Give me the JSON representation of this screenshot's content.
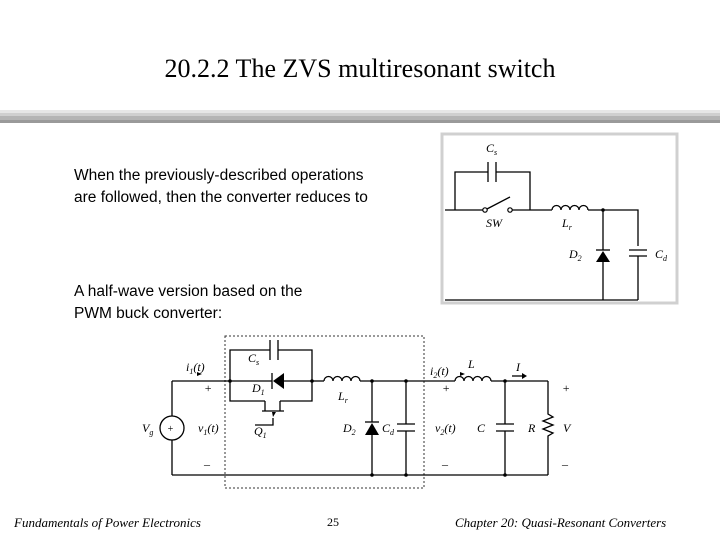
{
  "slide": {
    "title": "20.2.2  The ZVS multiresonant switch",
    "paragraph1": [
      "When the previously-described operations",
      "are followed, then the converter reduces to"
    ],
    "paragraph2": [
      "A half-wave version based on the",
      "PWM buck converter:"
    ],
    "footer_left": "Fundamentals of Power Electronics",
    "footer_page": "25",
    "footer_right": "Chapter 20:  Quasi-Resonant Converters"
  },
  "circuit_top": {
    "cs": "C",
    "cs_sub": "s",
    "sw": "SW",
    "lr": "L",
    "lr_sub": "r",
    "d2": "D",
    "d2_sub": "2",
    "cd": "C",
    "cd_sub": "d"
  },
  "circuit_bottom": {
    "i1": "i",
    "i1_sub": "1",
    "i1_tail": "(t)",
    "vg": "V",
    "vg_sub": "g",
    "v1": "v",
    "v1_sub": "1",
    "v1_tail": "(t)",
    "cs": "C",
    "cs_sub": "s",
    "d1": "D",
    "d1_sub": "1",
    "q1": "Q",
    "q1_sub": "1",
    "lr": "L",
    "lr_sub": "r",
    "d2": "D",
    "d2_sub": "2",
    "cd": "C",
    "cd_sub": "d",
    "i2": "i",
    "i2_sub": "2",
    "i2_tail": "(t)",
    "v2": "v",
    "v2_sub": "2",
    "v2_tail": "(t)",
    "l": "L",
    "c": "C",
    "i": "I",
    "r": "R",
    "v": "V",
    "plus": "+",
    "minus": "–"
  }
}
